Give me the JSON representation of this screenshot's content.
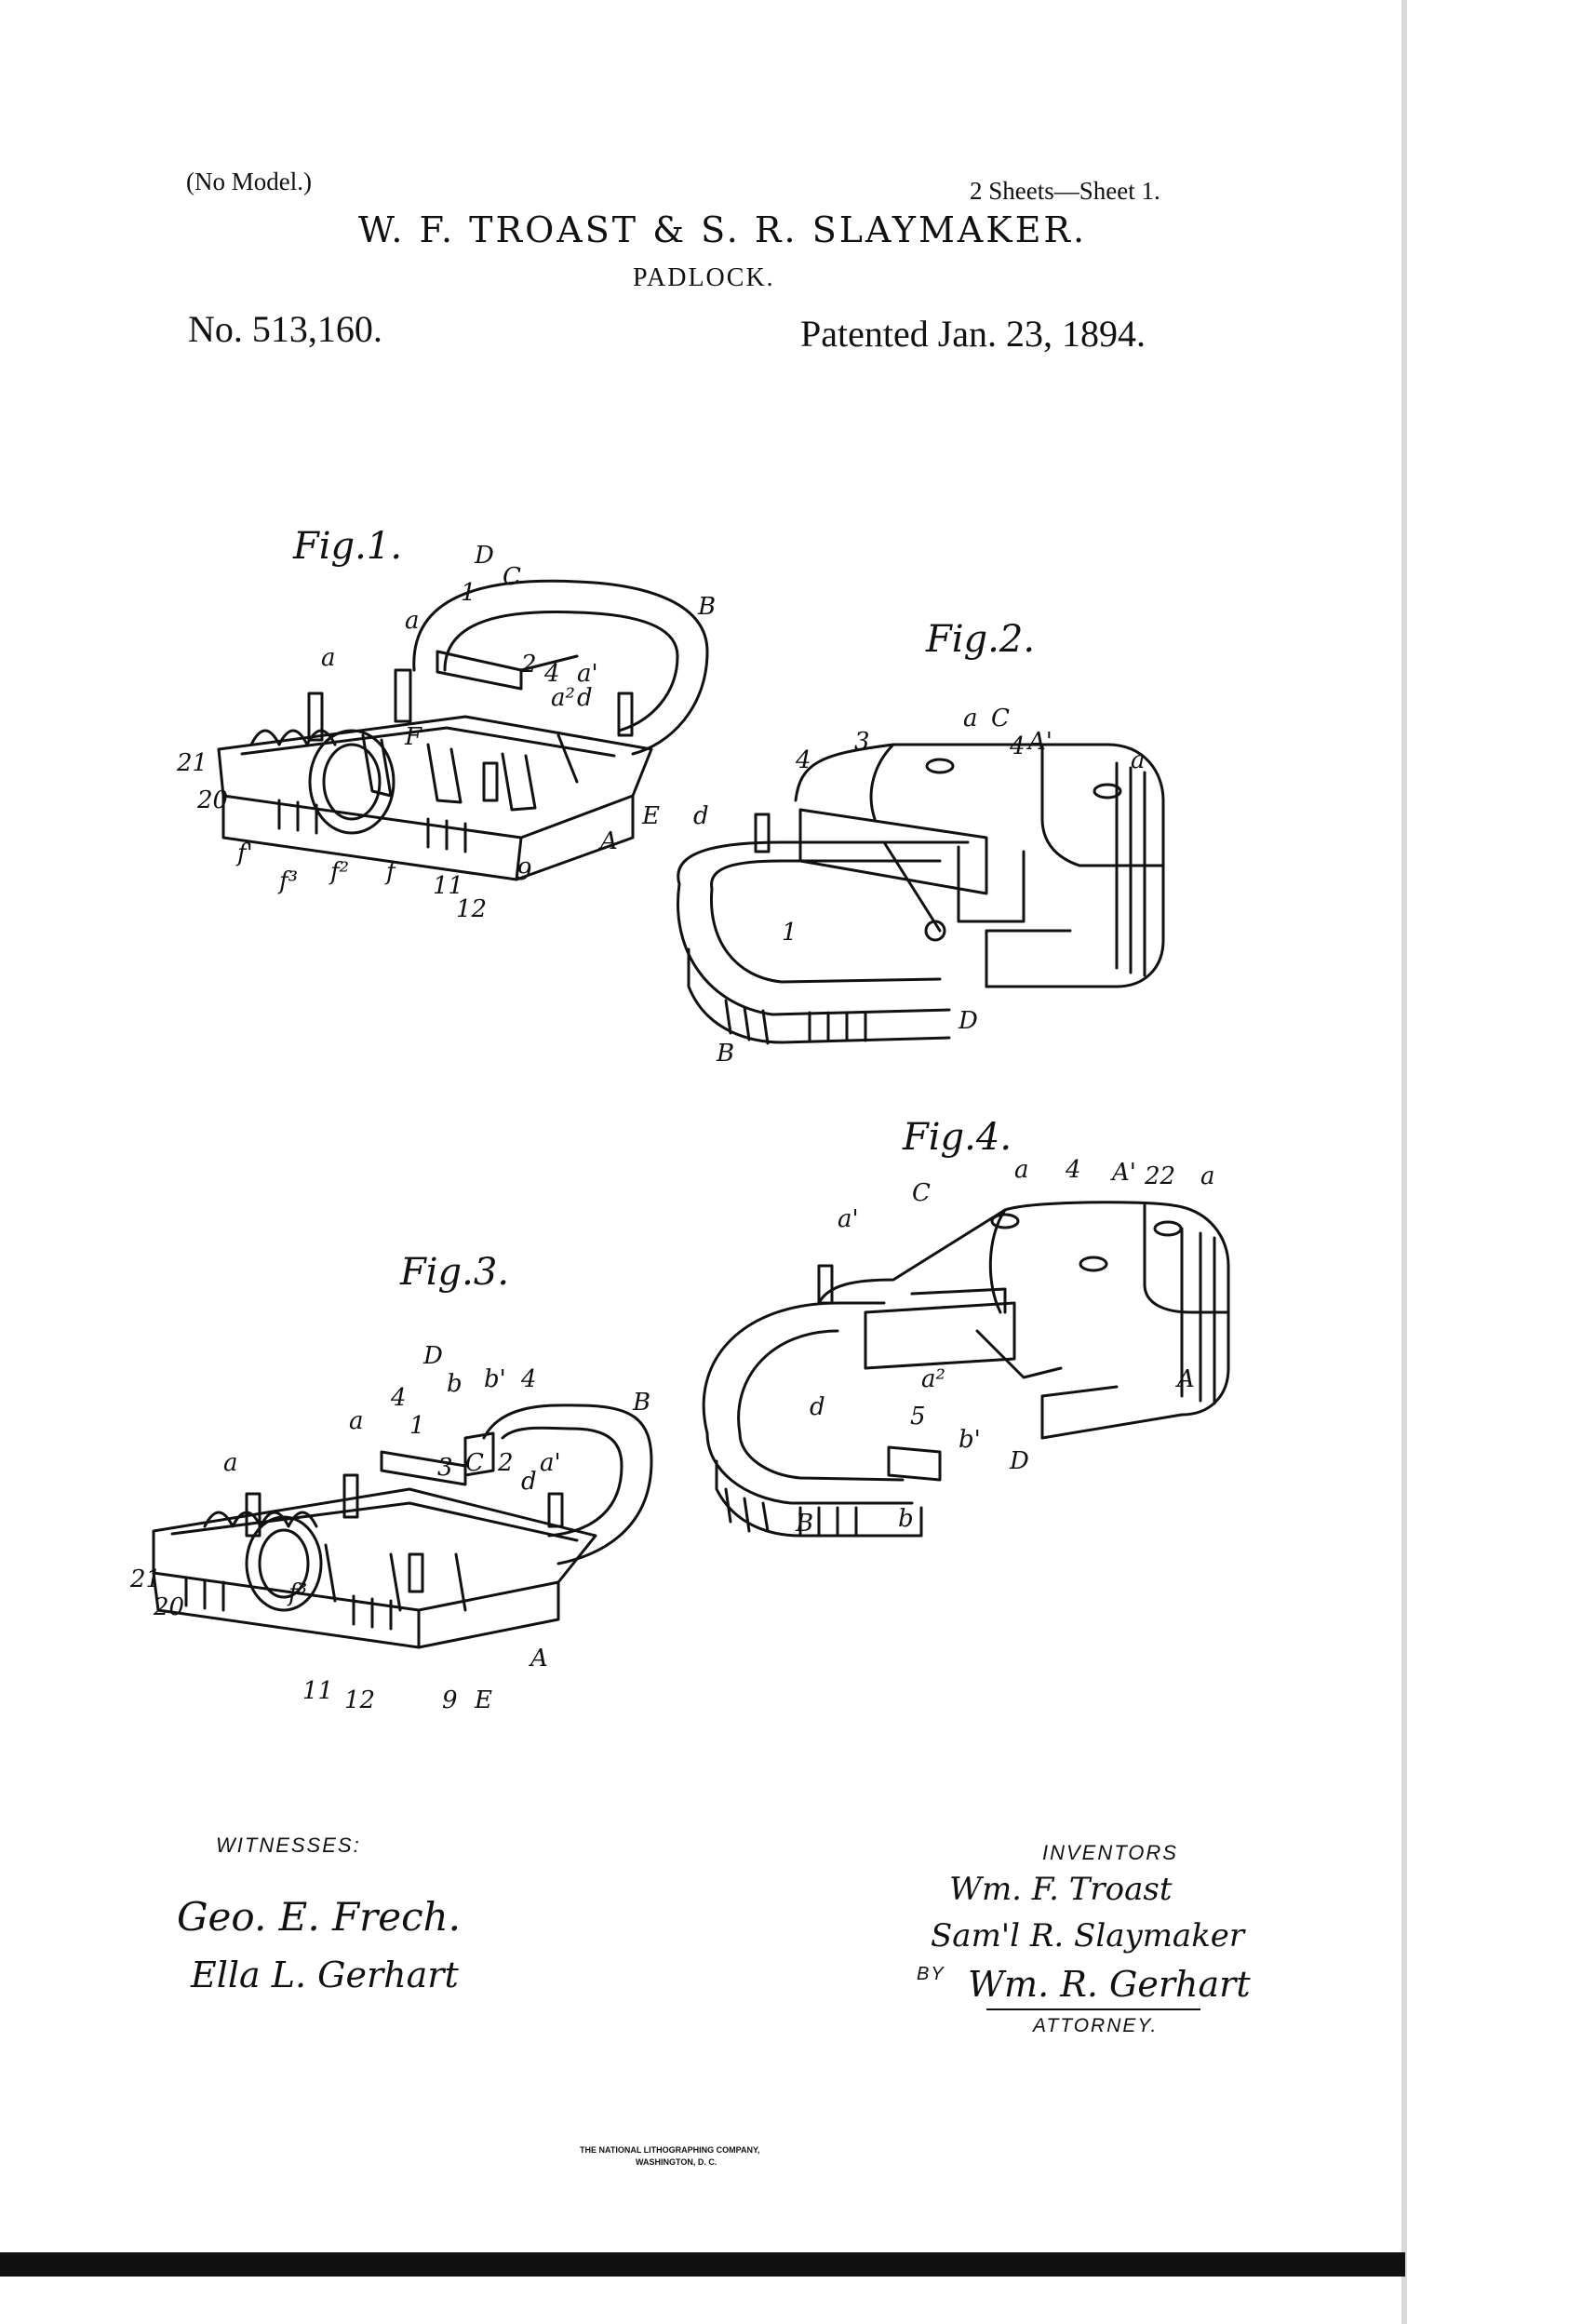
{
  "header": {
    "model_note": "(No Model.)",
    "sheets": "2 Sheets—Sheet 1.",
    "inventors_line": "W. F. TROAST & S. R. SLAYMAKER.",
    "title": "PADLOCK.",
    "patent_number": "No. 513,160.",
    "patent_date": "Patented Jan. 23, 1894."
  },
  "figures": {
    "fig1": {
      "title": "Fig.1.",
      "labels": {
        "a1": "a",
        "a2": "a",
        "D": "D",
        "C": "C",
        "n1": "1",
        "B": "B",
        "n2": "2",
        "n4": "4",
        "a_prime": "a'",
        "a2s": "a²",
        "d": "d",
        "F": "F",
        "n21": "21",
        "n20": "20",
        "f_prime": "f'",
        "f3": "f³",
        "f2": "f²",
        "f": "f",
        "n11": "11",
        "n12": "12",
        "n9": "9",
        "A": "A",
        "E": "E"
      }
    },
    "fig2": {
      "title": "Fig.2.",
      "labels": {
        "a1": "a",
        "C": "C",
        "n4b": "4",
        "A_prime": "A'",
        "a2": "a",
        "n4": "4",
        "n3": "3",
        "d": "d",
        "n1": "1",
        "D": "D",
        "B": "B"
      }
    },
    "fig3": {
      "title": "Fig.3.",
      "labels": {
        "D": "D",
        "b": "b",
        "b_prime": "b'",
        "n4": "4",
        "B": "B",
        "n4b": "4",
        "a": "a",
        "n1": "1",
        "a2": "a",
        "C": "C",
        "n2": "2",
        "d": "d",
        "a_prime": "a'",
        "n3": "3",
        "n21": "21",
        "n20": "20",
        "f3": "f³",
        "n11": "11",
        "n12": "12",
        "n9": "9",
        "E": "E",
        "A": "A"
      }
    },
    "fig4": {
      "title": "Fig.4.",
      "labels": {
        "a1": "a",
        "n4": "4",
        "A_prime": "A'",
        "n22": "22",
        "a2": "a",
        "C": "C",
        "a_prime": "a'",
        "A": "A",
        "a2s": "a²",
        "n5": "5",
        "b_prime": "b'",
        "D": "D",
        "d": "d",
        "B": "B",
        "b": "b"
      }
    }
  },
  "footer": {
    "witnesses_label": "WITNESSES:",
    "witness1": "Geo. E. Frech.",
    "witness2": "Ella L. Gerhart",
    "inventors_label": "INVENTORS",
    "inventor1": "Wm. F. Troast",
    "inventor2": "Sam'l R. Slaymaker",
    "by": "BY",
    "attorney_sig": "Wm. R. Gerhart",
    "attorney_label": "ATTORNEY.",
    "printer_line1": "THE NATIONAL LITHOGRAPHING COMPANY,",
    "printer_line2": "WASHINGTON, D. C."
  }
}
